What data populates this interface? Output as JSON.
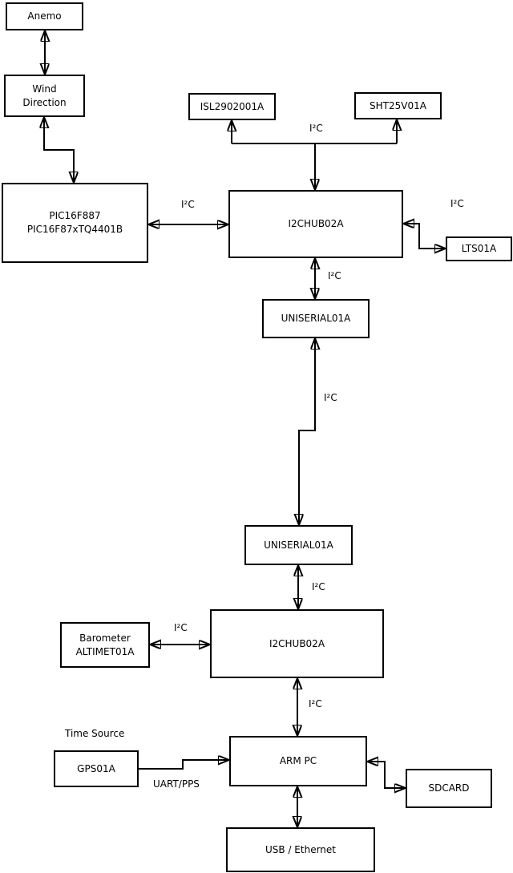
{
  "nodes": {
    "anemo": {
      "label": "Anemo"
    },
    "wind_direction": {
      "line1": "Wind",
      "line2": "Direction"
    },
    "pic": {
      "line1": "PIC16F887",
      "line2": "PIC16F87xTQ4401B"
    },
    "isl2902001a": {
      "label": "ISL2902001A"
    },
    "sht25v01a": {
      "label": "SHT25V01A"
    },
    "i2chub_top": {
      "label": "I2CHUB02A"
    },
    "lts01a": {
      "label": "LTS01A"
    },
    "uniserial_top": {
      "label": "UNISERIAL01A"
    },
    "uniserial_bottom": {
      "label": "UNISERIAL01A"
    },
    "barometer": {
      "line1": "Barometer",
      "line2": "ALTIMET01A"
    },
    "i2chub_bottom": {
      "label": "I2CHUB02A"
    },
    "arm_pc": {
      "label": "ARM PC"
    },
    "gps01a": {
      "label": "GPS01A"
    },
    "sdcard": {
      "label": "SDCARD"
    },
    "usb_ethernet": {
      "label": "USB / Ethernet"
    }
  },
  "labels": {
    "time_source": "Time Source",
    "uart_pps": "UART/PPS",
    "i2c_top_bus": "I²C",
    "i2c_pic_hub": "I²C",
    "i2c_hub_lts": "I²C",
    "i2c_hub_uniserial": "I²C",
    "i2c_uniserial_link": "I²C",
    "i2c_uniserial_hub2": "I²C",
    "i2c_barometer_hub": "I²C",
    "i2c_hub_armpc": "I²C"
  },
  "colors": {
    "background": "#ffffff",
    "box_fill": "#ffffff",
    "box_border": "#000000",
    "text": "#000000",
    "connector": "#000000"
  }
}
